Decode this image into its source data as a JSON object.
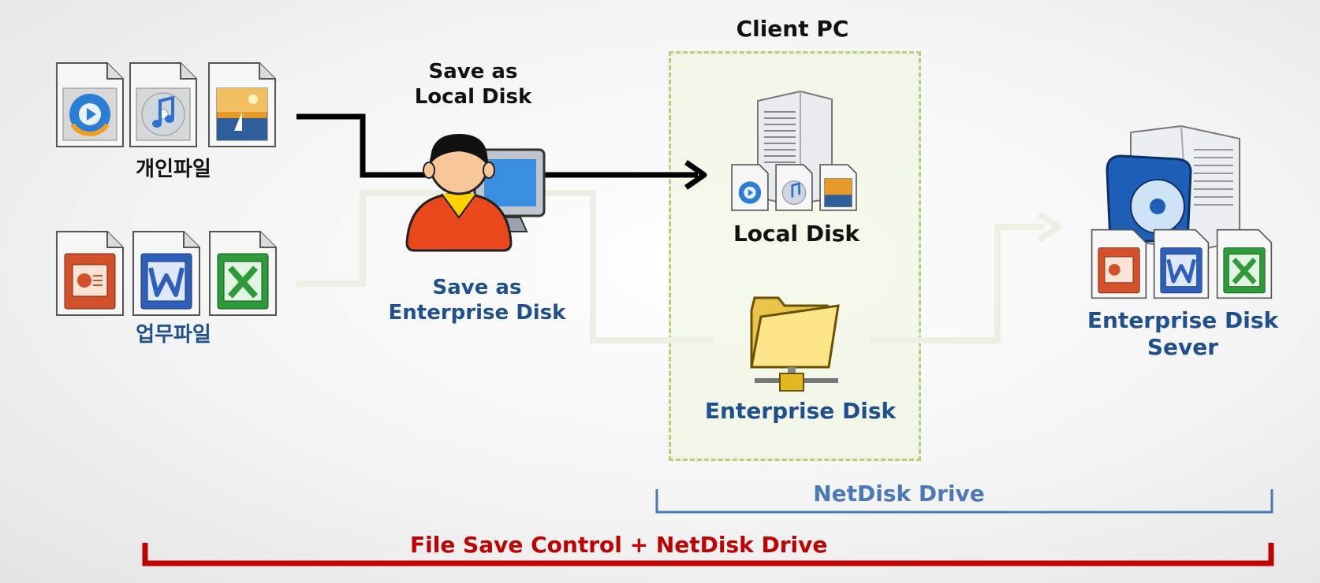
{
  "labels": {
    "client_pc": "Client PC",
    "save_local_1": "Save as",
    "save_local_2": "Local Disk",
    "personal_files": "개인파일",
    "work_files": "업무파일",
    "save_enterprise_1": "Save as",
    "save_enterprise_2": "Enterprise Disk",
    "local_disk": "Local Disk",
    "enterprise_disk": "Enterprise Disk",
    "server_1": "Enterprise Disk",
    "server_2": "Sever",
    "netdisk_drive": "NetDisk Drive",
    "file_save_control": "File Save Control + NetDisk Drive"
  },
  "colors": {
    "black_flow": "#000000",
    "faded_flow": "#efeee4",
    "client_box_border": "#b5cf7a",
    "client_box_fill": "#f3f8ea",
    "netdisk_bracket": "#4a78b8",
    "control_bracket": "#c00000",
    "navy_text": "#1f4f8c"
  },
  "icons": {
    "personal": [
      "media-player-icon",
      "music-file-icon",
      "image-file-icon"
    ],
    "work": [
      "powerpoint-file-icon",
      "word-file-icon",
      "excel-file-icon"
    ],
    "user": "user-at-computer-icon",
    "local_disk": "tower-server-icon",
    "enterprise_disk": "network-folder-icon",
    "server": "enterprise-server-icon"
  }
}
